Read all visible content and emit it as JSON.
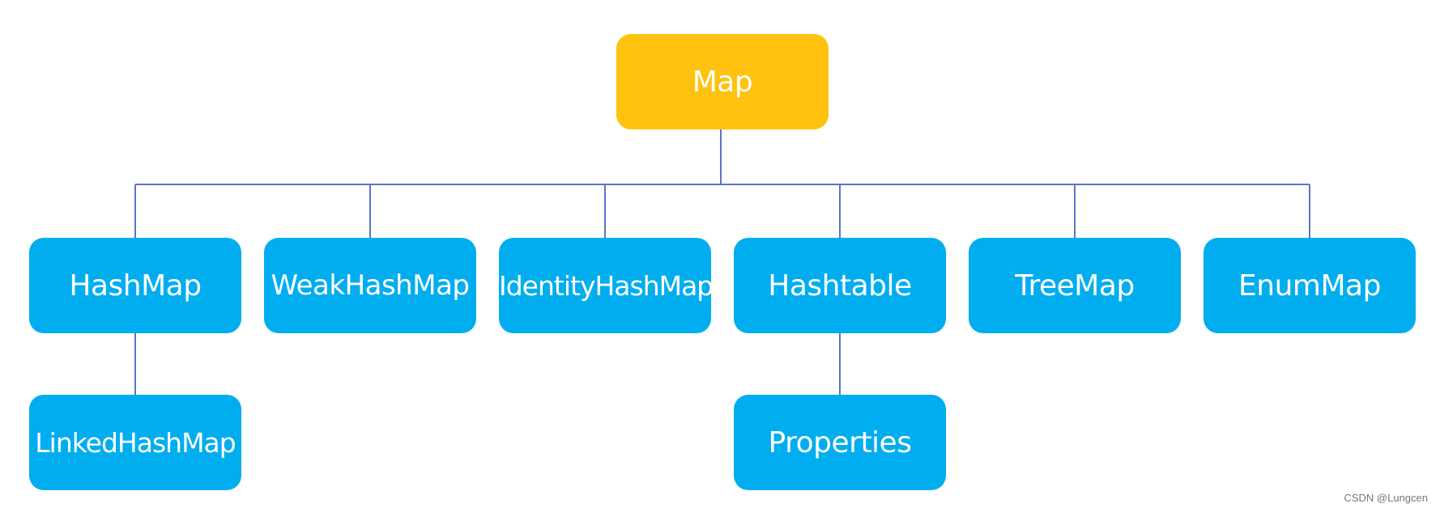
{
  "diagram": {
    "root": {
      "label": "Map",
      "color": "#FFC20E"
    },
    "level1": [
      {
        "id": "hashmap",
        "label": "HashMap"
      },
      {
        "id": "weakhashmap",
        "label": "WeakHashMap"
      },
      {
        "id": "identityhashmap",
        "label": "IdentityHashMap"
      },
      {
        "id": "hashtable",
        "label": "Hashtable"
      },
      {
        "id": "treemap",
        "label": "TreeMap"
      },
      {
        "id": "enummap",
        "label": "EnumMap"
      }
    ],
    "level2": [
      {
        "id": "linkedhashmap",
        "label": "LinkedHashMap",
        "parent": "hashmap"
      },
      {
        "id": "properties",
        "label": "Properties",
        "parent": "hashtable"
      }
    ],
    "child_color": "#00AEEF",
    "connector_color": "#5B74C8"
  },
  "watermark": "CSDN @Lungcen"
}
